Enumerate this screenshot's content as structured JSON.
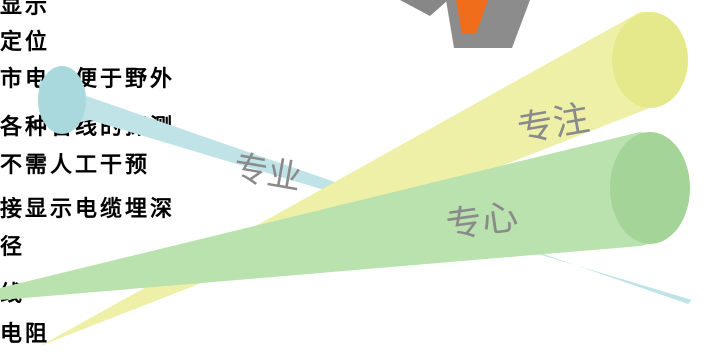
{
  "text_lines": [
    "显示",
    "定位",
    "市电，便于野外",
    "各种管线的探测",
    "不需人工干预",
    "接显示电缆埋深",
    "径",
    "线",
    "电阻"
  ],
  "cones": [
    {
      "label": "专业",
      "color": "#bfe3e6"
    },
    {
      "label": "专注",
      "color": "#eef0a8"
    },
    {
      "label": "专心",
      "color": "#b9e2ae"
    }
  ]
}
